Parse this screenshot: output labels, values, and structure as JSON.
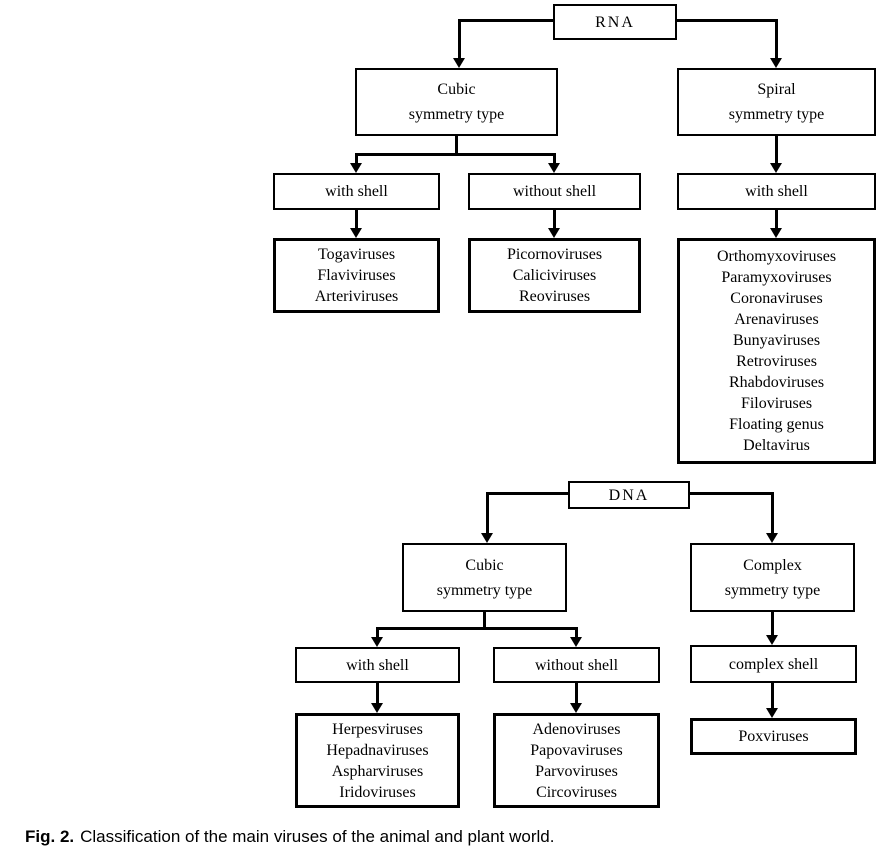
{
  "palette": {
    "line": "#000000",
    "background": "#ffffff",
    "text": "#000000"
  },
  "caption": {
    "prefix": "Fig. 2.",
    "text": "Classification of the main viruses of the animal and plant world."
  },
  "rna": {
    "root_label": "RNA",
    "cubic": {
      "lines": [
        "Cubic",
        "symmetry type"
      ]
    },
    "spiral": {
      "lines": [
        "Spiral",
        "symmetry type"
      ]
    },
    "cubic_with_shell": {
      "label": "with shell",
      "viruses": [
        "Togaviruses",
        "Flaviviruses",
        "Arteriviruses"
      ]
    },
    "cubic_without_shell": {
      "label": "without shell",
      "viruses": [
        "Picornoviruses",
        "Caliciviruses",
        "Reoviruses"
      ]
    },
    "spiral_with_shell": {
      "label": "with shell",
      "viruses": [
        "Orthomyxoviruses",
        "Paramyxoviruses",
        "Coronaviruses",
        "Arenaviruses",
        "Bunyaviruses",
        "Retroviruses",
        "Rhabdoviruses",
        "Filoviruses",
        "Floating genus",
        "Deltavirus"
      ]
    }
  },
  "dna": {
    "root_label": "DNA",
    "cubic": {
      "lines": [
        "Cubic",
        "symmetry type"
      ]
    },
    "complex": {
      "lines": [
        "Complex",
        "symmetry type"
      ]
    },
    "cubic_with_shell": {
      "label": "with shell",
      "viruses": [
        "Herpesviruses",
        "Hepadnaviruses",
        "Aspharviruses",
        "Iridoviruses"
      ]
    },
    "cubic_without_shell": {
      "label": "without shell",
      "viruses": [
        "Adenoviruses",
        "Papovaviruses",
        "Parvoviruses",
        "Circoviruses"
      ]
    },
    "complex_shell": {
      "label": "complex shell",
      "viruses": [
        "Poxviruses"
      ]
    }
  }
}
